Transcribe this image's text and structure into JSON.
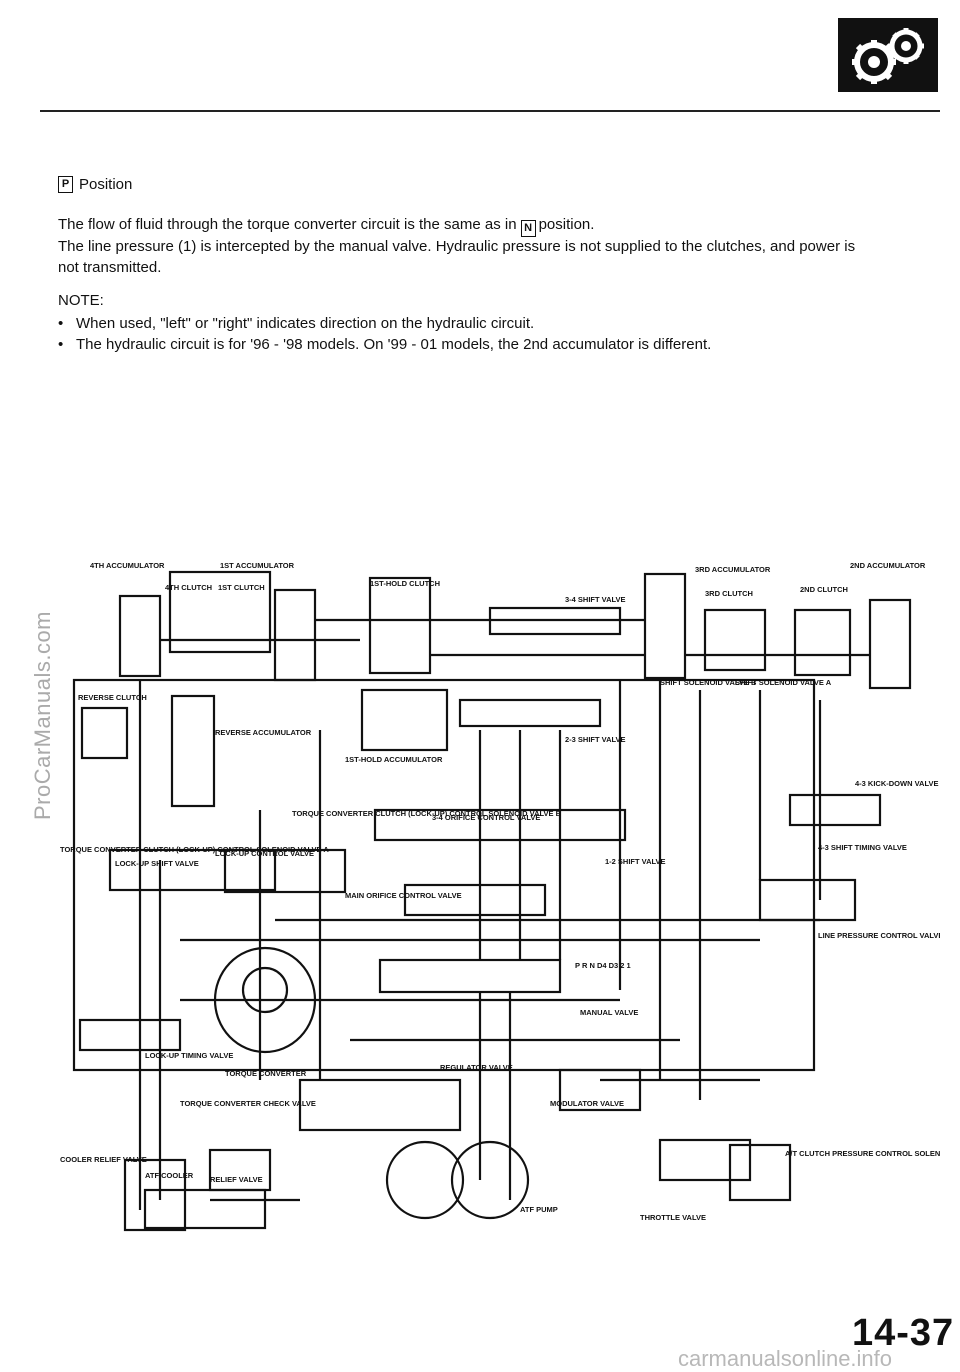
{
  "header": {
    "icon": "gear-icon",
    "page_number": "14-37"
  },
  "section": {
    "position_letter": "P",
    "position_word": "Position"
  },
  "body": {
    "line1_before": "The flow of fluid through the torque converter circuit is the same as in",
    "line1_box": "N",
    "line1_after": "position.",
    "line2": "The line pressure (1) is intercepted by the manual valve. Hydraulic pressure is not supplied to the clutches, and power is",
    "line3": "not transmitted."
  },
  "note": {
    "title": "NOTE:",
    "items": [
      "When used, \"left\" or \"right\" indicates direction on the hydraulic circuit.",
      "The hydraulic circuit is for '96 - '98 models. On '99 - 01 models, the 2nd accumulator is different."
    ]
  },
  "diagram_labels": {
    "acc4": "4TH ACCUMULATOR",
    "acc1": "1ST ACCUMULATOR",
    "clutch4": "4TH CLUTCH",
    "clutch1": "1ST CLUTCH",
    "hold_clutch": "1ST-HOLD CLUTCH",
    "shift34": "3-4 SHIFT VALVE",
    "acc3": "3RD ACCUMULATOR",
    "clutch3": "3RD CLUTCH",
    "acc2": "2ND ACCUMULATOR",
    "clutch2": "2ND CLUTCH",
    "reverse_clutch": "REVERSE CLUTCH",
    "reverse_acc": "REVERSE ACCUMULATOR",
    "solenoid_b": "SHIFT SOLENOID VALVE B",
    "solenoid_a": "SHIFT SOLENOID VALVE A",
    "shift23": "2-3 SHIFT VALVE",
    "hold_acc": "1ST-HOLD ACCUMULATOR",
    "kickdown": "4-3 KICK-DOWN VALVE",
    "tc_solenoid_b": "TORQUE CONVERTER CLUTCH (LOCK-UP) CONTROL SOLENOID VALVE B",
    "orifice34": "3-4 ORIFICE CONTROL VALVE",
    "timing43": "4-3 SHIFT TIMING VALVE",
    "tc_solenoid_a": "TORQUE CONVERTER CLUTCH (LOCK-UP) CONTROL SOLENOID VALVE A",
    "lockup_shift": "LOCK-UP SHIFT VALVE",
    "lockup_control": "LOCK-UP CONTROL VALVE",
    "shift12": "1-2 SHIFT VALVE",
    "main_orifice": "MAIN ORIFICE CONTROL VALVE",
    "line_pressure": "LINE PRESSURE CONTROL VALVE",
    "positions": "P R N D4 D3 2 1",
    "manual": "MANUAL VALVE",
    "lockup_timing": "LOCK-UP TIMING VALVE",
    "torque_converter": "TORQUE CONVERTER",
    "regulator": "REGULATOR VALVE",
    "tc_check": "TORQUE CONVERTER CHECK VALVE",
    "modulator": "MODULATOR VALVE",
    "cooler_relief": "COOLER RELIEF VALVE",
    "atf_cooler": "ATF COOLER",
    "relief": "RELIEF VALVE",
    "at_solenoid": "A/T CLUTCH PRESSURE CONTROL SOLENOID VALVE",
    "atf_pump": "ATF PUMP",
    "throttle": "THROTTLE VALVE"
  },
  "watermarks": {
    "side": "ProCarManuals.com",
    "footer": "carmanualsonline.info"
  }
}
